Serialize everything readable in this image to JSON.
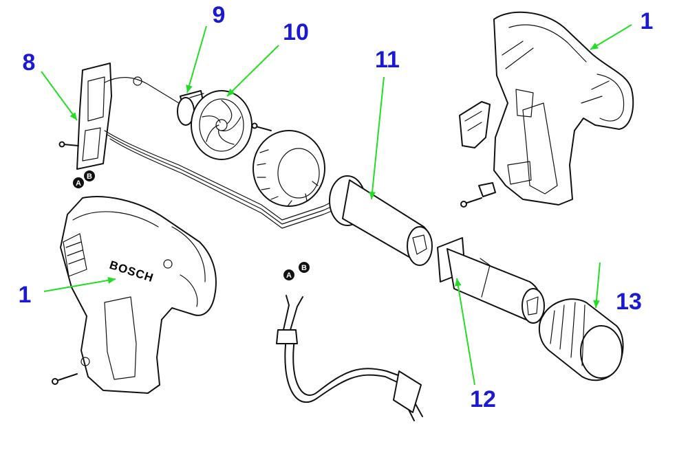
{
  "diagram": {
    "brand_label": "BOSCH",
    "wire_labels": {
      "a": "A",
      "b": "B"
    },
    "callouts": [
      {
        "id": "callout-9",
        "text": "9"
      },
      {
        "id": "callout-10",
        "text": "10"
      },
      {
        "id": "callout-8",
        "text": "8"
      },
      {
        "id": "callout-11",
        "text": "11"
      },
      {
        "id": "callout-1-top",
        "text": "1"
      },
      {
        "id": "callout-1-left",
        "text": "1"
      },
      {
        "id": "callout-13",
        "text": "13"
      },
      {
        "id": "callout-12",
        "text": "12"
      }
    ],
    "colors": {
      "callout_text": "#1a1ad6",
      "leader_line": "#22dd22",
      "line_art": "#111111",
      "background": "#ffffff"
    }
  }
}
